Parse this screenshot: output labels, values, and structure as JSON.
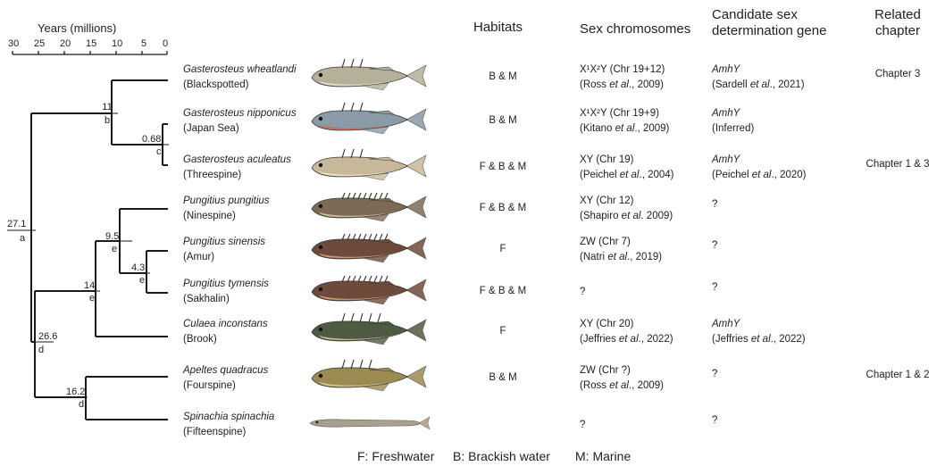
{
  "axis": {
    "title": "Years (millions)",
    "ticks": [
      "30",
      "25",
      "20",
      "15",
      "10",
      "5",
      "0"
    ]
  },
  "headers": {
    "habitats": "Habitats",
    "sexchrom": "Sex chromosomes",
    "gene_line1": "Candidate sex",
    "gene_line2": "determination gene",
    "related_line1": "Related",
    "related_line2": "chapter"
  },
  "nodes": [
    {
      "age": "11",
      "letter": "b"
    },
    {
      "age": "0.68",
      "letter": "c"
    },
    {
      "age": "27.1",
      "letter": "a"
    },
    {
      "age": "9.5",
      "letter": "e"
    },
    {
      "age": "4.3",
      "letter": "e"
    },
    {
      "age": "14",
      "letter": "e"
    },
    {
      "age": "26.6",
      "letter": "d"
    },
    {
      "age": "16.2",
      "letter": "d"
    }
  ],
  "species": [
    {
      "latin": "Gasterosteus wheatlandi",
      "common": "(Blackspotted)",
      "habitat": "B & M",
      "chrom": "X¹X²Y (Chr 19+12)",
      "chrom_ref_pre": "(Ross ",
      "chrom_ref_etal": "et al",
      "chrom_ref_post": "., 2009)",
      "gene": "AmhY",
      "gene_ref_pre": "(Sardell ",
      "gene_ref_etal": "et al",
      "gene_ref_post": "., 2021)",
      "chapter": "Chapter 3"
    },
    {
      "latin": "Gasterosteus nipponicus",
      "common": "(Japan Sea)",
      "habitat": "B & M",
      "chrom": "X¹X²Y (Chr 19+9)",
      "chrom_ref_pre": "(Kitano ",
      "chrom_ref_etal": "et al",
      "chrom_ref_post": "., 2009)",
      "gene": "AmhY",
      "gene_ref_pre": "(Inferred)",
      "gene_ref_etal": "",
      "gene_ref_post": "",
      "chapter": ""
    },
    {
      "latin": "Gasterosteus aculeatus",
      "common": "(Threespine)",
      "habitat": "F & B & M",
      "chrom": "XY (Chr 19)",
      "chrom_ref_pre": "(Peichel ",
      "chrom_ref_etal": "et al",
      "chrom_ref_post": "., 2004)",
      "gene": "AmhY",
      "gene_ref_pre": "(Peichel ",
      "gene_ref_etal": "et al",
      "gene_ref_post": "., 2020)",
      "chapter": "Chapter 1 & 3"
    },
    {
      "latin": "Pungitius pungitius",
      "common": "(Ninespine)",
      "habitat": "F & B & M",
      "chrom": "XY (Chr 12)",
      "chrom_ref_pre": "(Shapiro ",
      "chrom_ref_etal": "et al",
      "chrom_ref_post": ". 2009)",
      "gene": "?",
      "gene_ref_pre": "",
      "gene_ref_etal": "",
      "gene_ref_post": "",
      "chapter": ""
    },
    {
      "latin": "Pungitius sinensis",
      "common": "(Amur)",
      "habitat": "F",
      "chrom": "ZW (Chr 7)",
      "chrom_ref_pre": "(Natri ",
      "chrom_ref_etal": "et al",
      "chrom_ref_post": "., 2019)",
      "gene": "?",
      "gene_ref_pre": "",
      "gene_ref_etal": "",
      "gene_ref_post": "",
      "chapter": ""
    },
    {
      "latin": "Pungitius tymensis",
      "common": "(Sakhalin)",
      "habitat": "F & B & M",
      "chrom": "?",
      "chrom_ref_pre": "",
      "chrom_ref_etal": "",
      "chrom_ref_post": "",
      "gene": "?",
      "gene_ref_pre": "",
      "gene_ref_etal": "",
      "gene_ref_post": "",
      "chapter": ""
    },
    {
      "latin": "Culaea inconstans",
      "common": "(Brook)",
      "habitat": "F",
      "chrom": "XY (Chr 20)",
      "chrom_ref_pre": "(Jeffries ",
      "chrom_ref_etal": "et al",
      "chrom_ref_post": "., 2022)",
      "gene": "AmhY",
      "gene_ref_pre": "(Jeffries ",
      "gene_ref_etal": "et al",
      "gene_ref_post": "., 2022)",
      "chapter": ""
    },
    {
      "latin": "Apeltes quadracus",
      "common": "(Fourspine)",
      "habitat": "B & M",
      "chrom": "ZW (Chr ?)",
      "chrom_ref_pre": "(Ross ",
      "chrom_ref_etal": "et al",
      "chrom_ref_post": "., 2009)",
      "gene": "?",
      "gene_ref_pre": "",
      "gene_ref_etal": "",
      "gene_ref_post": "",
      "chapter": "Chapter 1 & 2"
    },
    {
      "latin": "Spinachia spinachia",
      "common": "(Fifteenspine)",
      "habitat": "",
      "chrom": "?",
      "chrom_ref_pre": "",
      "chrom_ref_etal": "",
      "chrom_ref_post": "",
      "gene": "?",
      "gene_ref_pre": "",
      "gene_ref_etal": "",
      "gene_ref_post": "",
      "chapter": ""
    }
  ],
  "legend": {
    "freshwater": "F: Freshwater",
    "brackish": "B: Brackish water",
    "marine": "M: Marine"
  },
  "colors": {
    "line": "#1a1a1a",
    "fish_body": "#b9b39a",
    "fish_dark": "#3b3a33"
  }
}
